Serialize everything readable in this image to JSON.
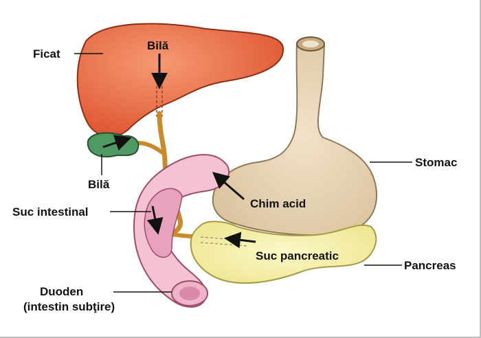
{
  "labels": {
    "ficat": "Ficat",
    "bila_top": "Bilă",
    "bila_left": "Bilă",
    "stomac": "Stomac",
    "chim_acid": "Chim acid",
    "suc_intestinal": "Suc intestinal",
    "suc_pancreatic": "Suc pancreatic",
    "pancreas": "Pancreas",
    "duoden_line1": "Duoden",
    "duoden_line2": "(intestin subţire)"
  },
  "colors": {
    "liver": "#e8633c",
    "gallbladder": "#4f9a63",
    "stomach": "#e4cfb0",
    "duodenum": "#f4c2d3",
    "pancreas": "#f5f0a6",
    "duct": "#c98a2c"
  }
}
